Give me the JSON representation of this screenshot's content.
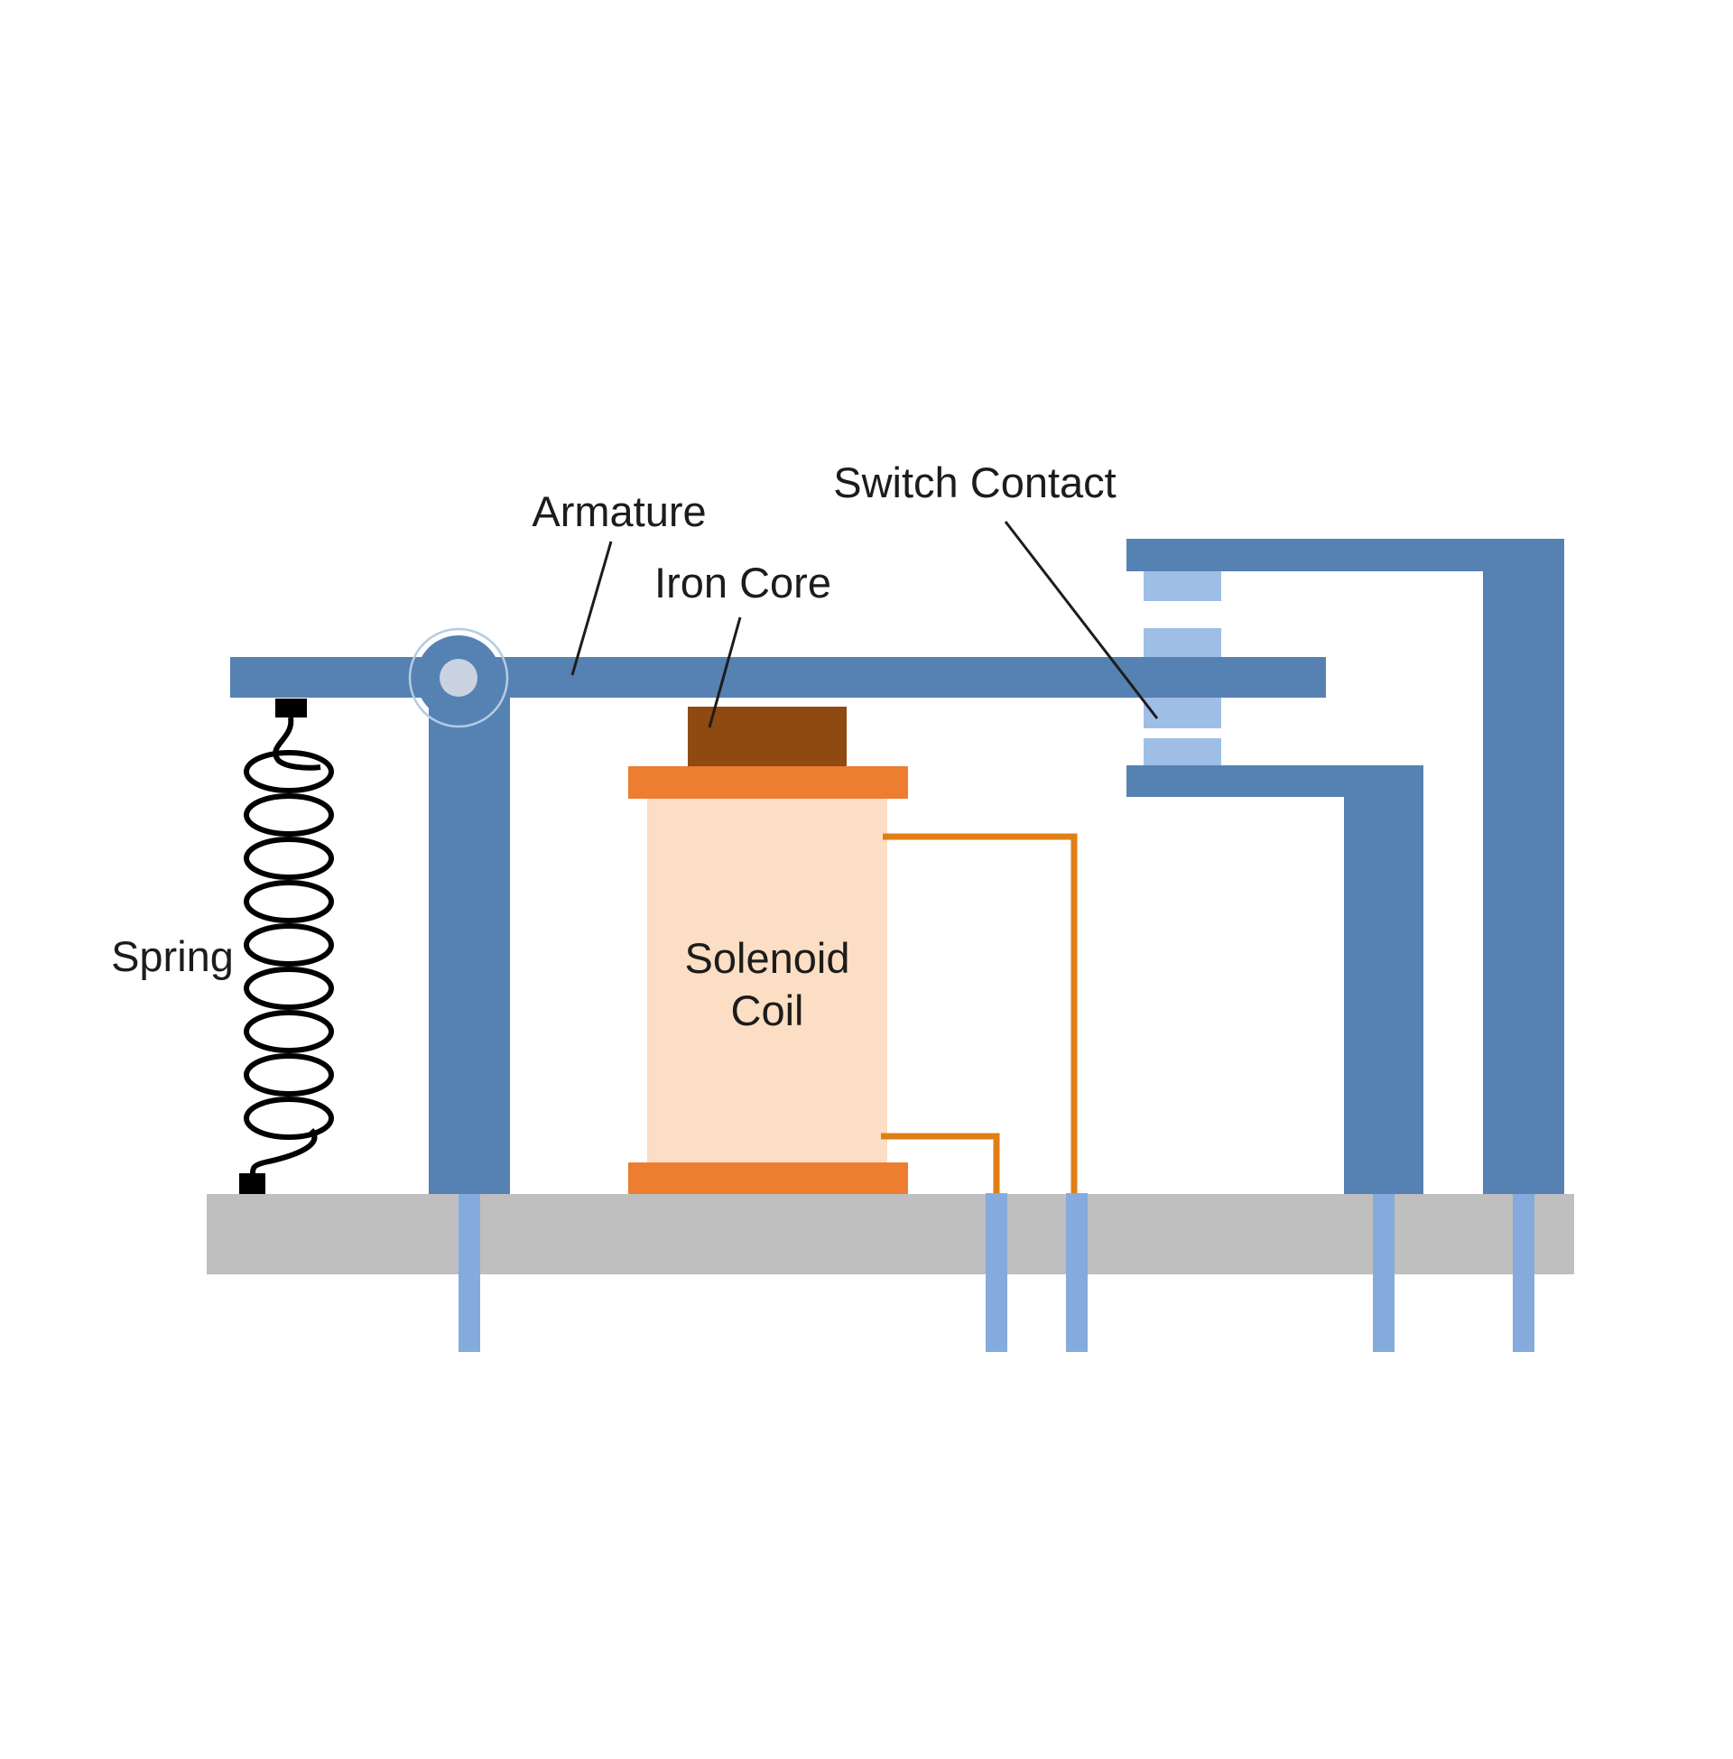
{
  "labels": {
    "armature": "Armature",
    "iron_core": "Iron Core",
    "switch_contact": "Switch Contact",
    "spring": "Spring",
    "solenoid_line1": "Solenoid",
    "solenoid_line2": "Coil"
  },
  "colors": {
    "background": "#FFFFFF",
    "frame_blue": "#5681B3",
    "contact_pad_blue": "#9FBEE5",
    "pin_blue": "#85ABDD",
    "pivot_ring": "#B5CBE4",
    "pivot_hub": "#C9D3E1",
    "base_gray": "#BFBFBF",
    "coil_cap_orange": "#ED7D31",
    "coil_body_peach": "#FBDEC3",
    "iron_core_brown": "#8E4A10",
    "wire_orange": "#E07F15",
    "spring_black": "#000000",
    "label_text": "#1C1C1C"
  }
}
